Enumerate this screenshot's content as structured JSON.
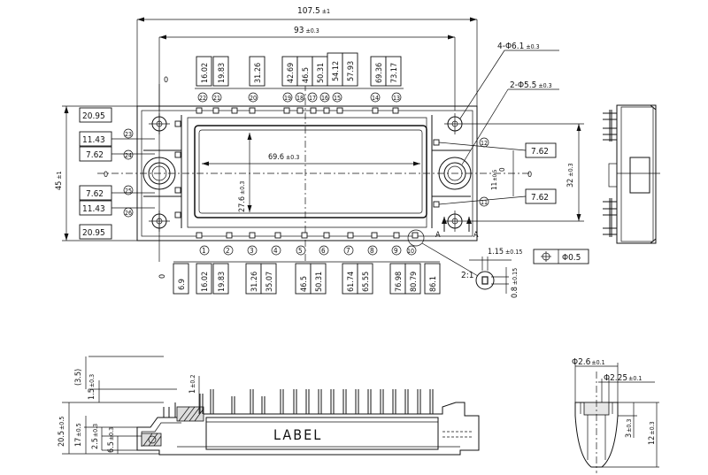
{
  "top_view": {
    "overall_width": "107.5",
    "overall_width_tol": "±1",
    "mount_spacing": "93",
    "mount_spacing_tol": "±0.3",
    "hole_callout_4": "4-Φ6.1",
    "hole_callout_4_tol": "±0.3",
    "hole_callout_2": "2-Φ5.5",
    "hole_callout_2_tol": "±0.3",
    "window_width": "69.6",
    "window_width_tol": "±0.3",
    "window_height": "27.6",
    "window_height_tol": "±0.3",
    "overall_height": "45",
    "overall_height_tol": "±1",
    "hole_spacing_right": "32",
    "hole_spacing_right_tol": "±0.3",
    "offset_small": "11",
    "offset_small_tol": "±0.5",
    "offset_small_base": "0",
    "zero_top": "0",
    "zero_left": "0",
    "zero_bottom": "0",
    "zero_right": "0",
    "top_pin_dims": [
      "16.02",
      "19.83",
      "31.26",
      "42.69",
      "46.5",
      "50.31",
      "54.12",
      "57.93",
      "69.36",
      "73.17"
    ],
    "bottom_pin_dims": [
      "6.9",
      "16.02",
      "19.83",
      "31.26",
      "35.07",
      "46.5",
      "50.31",
      "61.74",
      "65.55",
      "76.98",
      "80.79",
      "86.1"
    ],
    "left_dims": [
      "20.95",
      "11.43",
      "7.62",
      "7.62",
      "11.43",
      "20.95"
    ],
    "right_dims": [
      "7.62",
      "7.62"
    ],
    "top_pin_numbers": [
      "22",
      "21",
      "20",
      "19",
      "18",
      "17",
      "16",
      "15",
      "14",
      "13"
    ],
    "bottom_pin_numbers": [
      "1",
      "2",
      "3",
      "4",
      "5",
      "6",
      "7",
      "8",
      "9",
      "10"
    ],
    "side_pin_numbers": [
      "23",
      "24",
      "25",
      "26",
      "12",
      "11"
    ],
    "section_mark": "A",
    "detail_pin_width": "1.15",
    "detail_pin_width_tol": "±0.15",
    "detail_pin_thickness": "0.8",
    "detail_pin_thickness_tol": "±0.15",
    "detail_scale": "2:1",
    "position_tolerance": "Φ0.5"
  },
  "front_view": {
    "label_text": "LABEL",
    "dim_3_5": "(3.5)",
    "dim_1_5": "1.5",
    "dim_1_5_tol": "±0.3",
    "dim_1": "1",
    "dim_1_tol": "±0.2",
    "dim_20_5": "20.5",
    "dim_20_5_tol": "±0.5",
    "dim_17": "17",
    "dim_17_tol": "±0.5",
    "dim_2_5": "2.5",
    "dim_2_5_tol": "±0.3",
    "dim_6_5": "6.5",
    "dim_6_5_tol": "±0.3"
  },
  "pin_detail": {
    "outer_dia": "Φ2.6",
    "outer_dia_tol": "±0.1",
    "inner_dia": "Φ2.25",
    "inner_dia_tol": "±0.1",
    "depth": "3",
    "depth_tol": "±0.3",
    "length": "12",
    "length_tol": "±0.3"
  }
}
